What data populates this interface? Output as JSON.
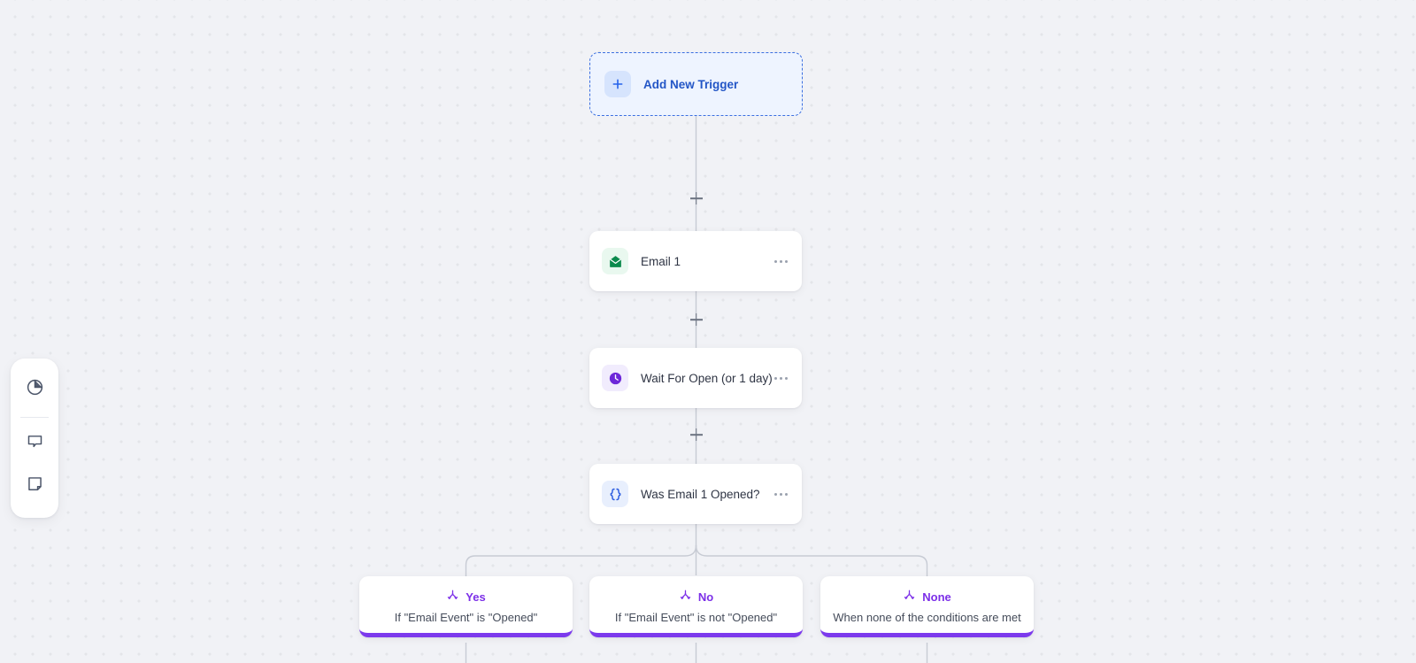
{
  "canvas": {
    "background_color": "#f1f2f6",
    "dot_color": "#e4e5e9",
    "accent_blue": "#2563eb",
    "accent_purple": "#7c3aed"
  },
  "sidebar": {
    "items": [
      {
        "name": "analytics-icon",
        "title": "Analytics"
      },
      {
        "name": "comment-icon",
        "title": "Comment"
      },
      {
        "name": "note-icon",
        "title": "Note"
      }
    ]
  },
  "trigger": {
    "label": "Add New Trigger",
    "icon": "plus-icon"
  },
  "nodes": [
    {
      "id": "email-1",
      "label": "Email 1",
      "icon": "envelope-icon",
      "icon_color": "#0c8a4d",
      "icon_bg": "#e9f8ef",
      "menu": "···"
    },
    {
      "id": "wait-for-open",
      "label": "Wait For Open (or 1 day)",
      "icon": "clock-icon",
      "icon_color": "#ffffff",
      "icon_bg": "#f1ecfd",
      "menu": "···"
    },
    {
      "id": "was-email-1-opened",
      "label": "Was Email 1 Opened?",
      "icon": "curly-braces-icon",
      "icon_color": "#2f5fe0",
      "icon_bg": "#e8effd",
      "menu": "···"
    }
  ],
  "branches": [
    {
      "id": "branch-yes",
      "label": "Yes",
      "description": "If \"Email Event\" is \"Opened\"",
      "icon": "branch-split-icon"
    },
    {
      "id": "branch-no",
      "label": "No",
      "description": "If \"Email Event\" is not \"Opened\"",
      "icon": "branch-split-icon"
    },
    {
      "id": "branch-none",
      "label": "None",
      "description": "When none of the conditions are met",
      "icon": "branch-split-icon"
    }
  ],
  "connectors": [
    {
      "id": "add-step-1"
    },
    {
      "id": "add-step-2"
    },
    {
      "id": "add-step-3"
    }
  ]
}
